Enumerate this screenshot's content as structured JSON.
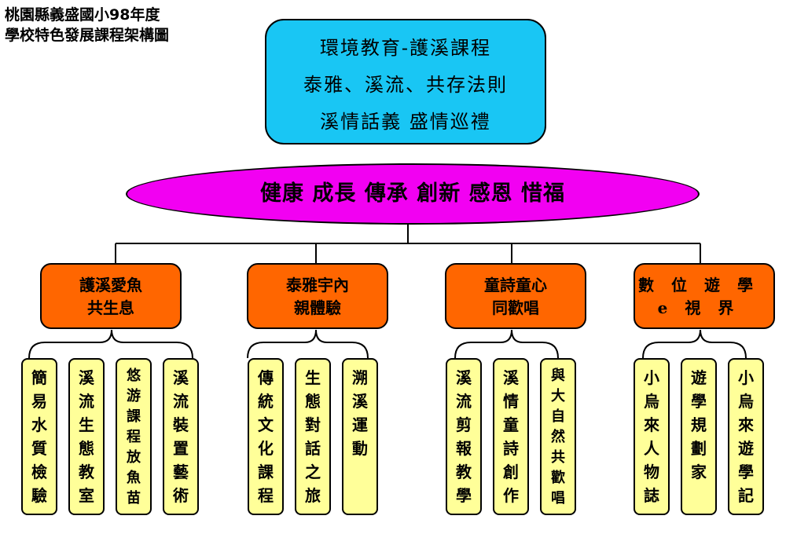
{
  "caption": {
    "line1": "桃園縣義盛國小98年度",
    "line2": "學校特色發展課程架構圖"
  },
  "top": {
    "lines": [
      "環境教育-護溪課程",
      "泰雅、溪流、共存法則",
      "溪情話義 盛情巡禮"
    ]
  },
  "core_values": "健康 成長 傳承 創新 感恩 惜福",
  "categories": [
    {
      "line1": "護溪愛魚",
      "line2": "共生息",
      "items": [
        "簡易水質檢驗",
        "溪流生態教室",
        "悠游課程放魚苗",
        "溪流裝置藝術"
      ]
    },
    {
      "line1": "泰雅宇內",
      "line2": "親體驗",
      "items": [
        "傳統文化課程",
        "生態對話之旅",
        "溯溪運動"
      ]
    },
    {
      "line1": "童詩童心",
      "line2": "同歡唱",
      "items": [
        "溪流剪報教學",
        "溪情童詩創作",
        "與大自然共歡唱"
      ]
    },
    {
      "line1": "數位遊學",
      "line2": "e視界",
      "items": [
        "小烏來人物誌",
        "遊學規劃家",
        "小烏來遊學記"
      ]
    }
  ],
  "colors": {
    "top": "#19c6f4",
    "core": "#f200f2",
    "category": "#ff6600",
    "leaf": "#ffff99"
  }
}
